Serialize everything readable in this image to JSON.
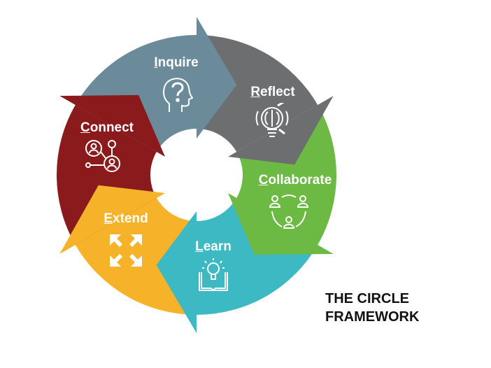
{
  "title_lines": [
    "THE CIRCLE",
    "FRAMEWORK"
  ],
  "segments": [
    {
      "label": "Inquire",
      "icon": "head-question-icon",
      "color": "#6b8b9a"
    },
    {
      "label": "Reflect",
      "icon": "brain-bulb-icon",
      "color": "#6d6e70"
    },
    {
      "label": "Collaborate",
      "icon": "group-cycle-icon",
      "color": "#6cb944"
    },
    {
      "label": "Learn",
      "icon": "book-bulb-icon",
      "color": "#3cb9c2"
    },
    {
      "label": "Extend",
      "icon": "expand-arrows-icon",
      "color": "#f6b228"
    },
    {
      "label": "Connect",
      "icon": "network-people-icon",
      "color": "#8a1a1b"
    }
  ]
}
